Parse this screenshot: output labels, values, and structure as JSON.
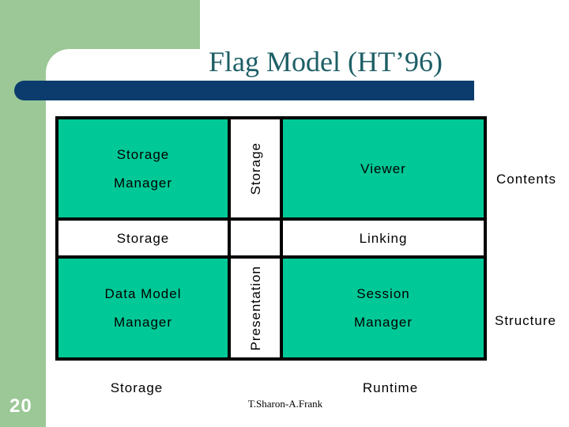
{
  "slide": {
    "title": "Flag Model (HT’96)",
    "page_number": "20",
    "footer": "T.Sharon-A.Frank"
  },
  "colors": {
    "cell_green": "#00C896",
    "sidebar_green": "#9BC896",
    "title_underline_navy": "#0B3C6D",
    "title_text_teal": "#1D5F66",
    "grid_border": "#000000"
  },
  "diagram": {
    "grid": {
      "row1": {
        "storage_manager": {
          "line1": "Storage",
          "line2": "Manager"
        },
        "storage_vertical": "Storage",
        "viewer": "Viewer"
      },
      "row2": {
        "storage": "Storage",
        "linking": "Linking"
      },
      "row3": {
        "data_model_manager": {
          "line1": "Data Model",
          "line2": "Manager"
        },
        "presentation_vertical": "Presentation",
        "session_manager": {
          "line1": "Session",
          "line2": "Manager"
        }
      }
    },
    "labels": {
      "contents": "Contents",
      "structure": "Structure",
      "storage_bottom": "Storage",
      "runtime": "Runtime"
    }
  }
}
